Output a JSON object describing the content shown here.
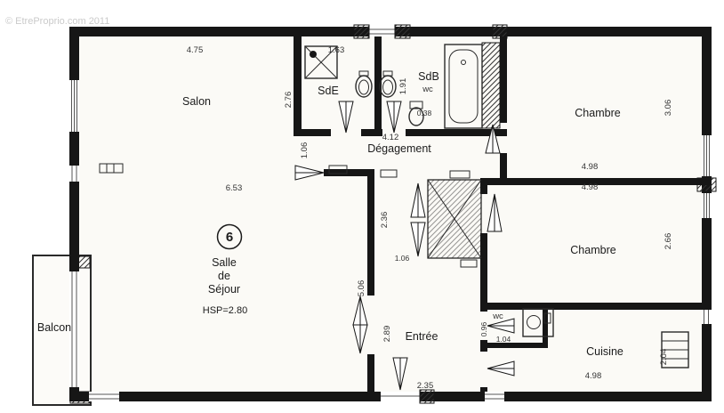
{
  "watermark": "© EtreProprio.com 2011",
  "unit_number": "6",
  "colors": {
    "wall": "#161616",
    "room_text": "#1b1b1b",
    "dim_text": "#333333",
    "watermark": "#bdbdbd",
    "paper": "#fbfaf6"
  },
  "rooms": {
    "salon": "Salon",
    "sde": "SdE",
    "sdb": "SdB",
    "sdb_wc": "wc",
    "chambre1": "Chambre",
    "degagement": "Dégagement",
    "sejour_l1": "Salle",
    "sejour_l2": "de",
    "sejour_l3": "Séjour",
    "sejour_hsp": "HSP=2.80",
    "chambre2": "Chambre",
    "entree": "Entrée",
    "wc": "wc",
    "cuisine": "Cuisine",
    "balcon": "Balcon"
  },
  "dims": {
    "salon_top": "4.75",
    "sde_top": "1.63",
    "sde_left": "2.76",
    "sdb_left": "1.91",
    "sdb_door": "0.38",
    "chambre1_right": "3.06",
    "chambre1_bottom": "4.98",
    "degagement_top": "4.12",
    "degagement_left": "1.06",
    "sejour_top": "6.53",
    "chambre2_top": "4.98",
    "chambre2_right": "2.66",
    "hall_left": "2.36",
    "hall_bottom": "1.06",
    "sejour_door": "5.06",
    "entree_left": "2.89",
    "entree_bottom": "2.35",
    "wc_left": "0.96",
    "wc_bottom": "1.04",
    "cuisine_bottom": "4.98",
    "cuisine_right": "2.04"
  }
}
